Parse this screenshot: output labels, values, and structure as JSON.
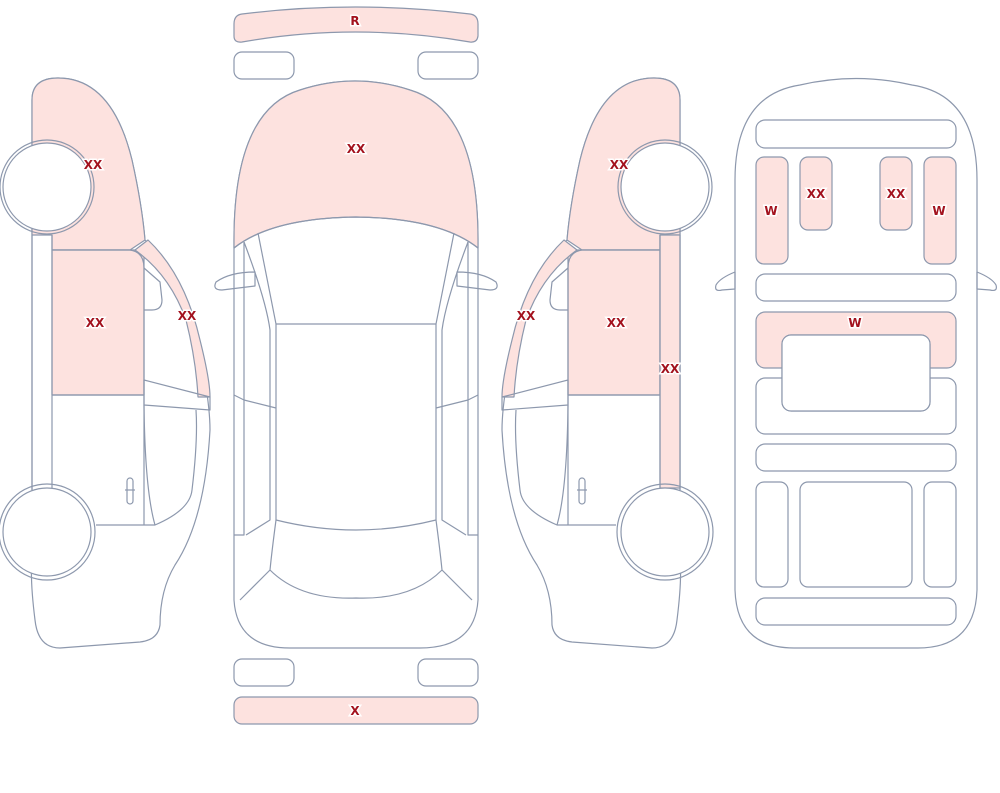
{
  "colors": {
    "outline": "#8d98ad",
    "highlight_fill": "#fde2df",
    "label_color": "#a3121e",
    "background": "#ffffff"
  },
  "labels": {
    "top_bumper": "R",
    "bottom_bumper": "X",
    "left_front_fender": "XX",
    "left_front_door": "XX",
    "left_a_pillar": "XX",
    "hood": "XX",
    "right_front_fender": "XX",
    "right_front_door": "XX",
    "right_a_pillar": "XX",
    "right_rocker": "XX",
    "interior_seat_1": "W",
    "interior_seat_2": "XX",
    "interior_seat_3": "XX",
    "interior_seat_4": "W",
    "interior_dash": "W"
  }
}
